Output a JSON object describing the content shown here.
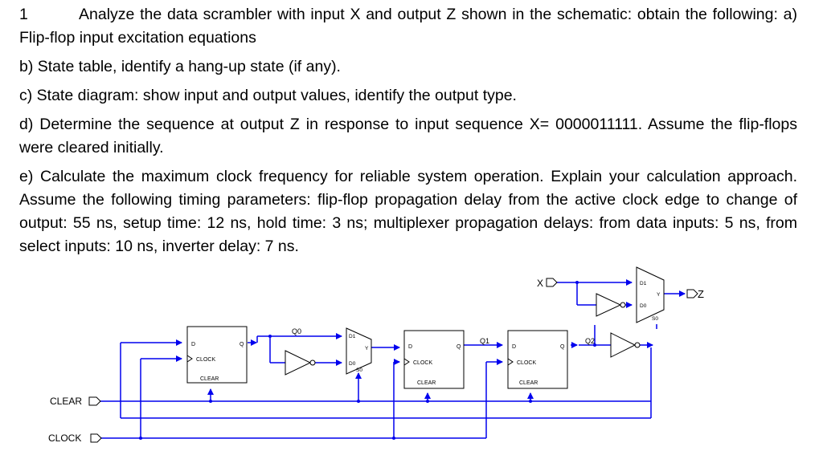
{
  "question": {
    "number": "1",
    "intro": "Analyze the data scrambler with input X and output Z shown in the schematic: obtain the following: a) Flip-flop input excitation equations",
    "part_b": "b) State table, identify a hang-up state (if any).",
    "part_c": "c) State diagram: show input and output values, identify the output type.",
    "part_d": "d) Determine the sequence at output Z in response to input sequence X= 0000011111. Assume the flip-flops were cleared initially.",
    "part_e": "e) Calculate the maximum clock frequency for reliable system operation.  Explain your calculation approach. Assume the following timing parameters: flip-flop propagation delay from the active clock edge to change of output: 55 ns, setup time: 12 ns, hold time: 3 ns; multiplexer propagation delays: from data inputs: 5 ns, from select inputs: 10 ns, inverter delay: 7 ns."
  },
  "schematic": {
    "inputs": {
      "x": "X",
      "clear": "CLEAR",
      "clock": "CLOCK"
    },
    "output": "Z",
    "flipflop_pins": {
      "d": "D",
      "q": "Q",
      "clock": "CLOCK",
      "clear": "CLEAR"
    },
    "mux_pins": {
      "d1": "D1",
      "d0": "D0",
      "y": "Y",
      "s0": "S0"
    },
    "signals": {
      "q0": "Q0",
      "q1": "Q1",
      "q2": "Q2"
    },
    "colors": {
      "wire": "#0000ee",
      "component": "#000000"
    }
  }
}
